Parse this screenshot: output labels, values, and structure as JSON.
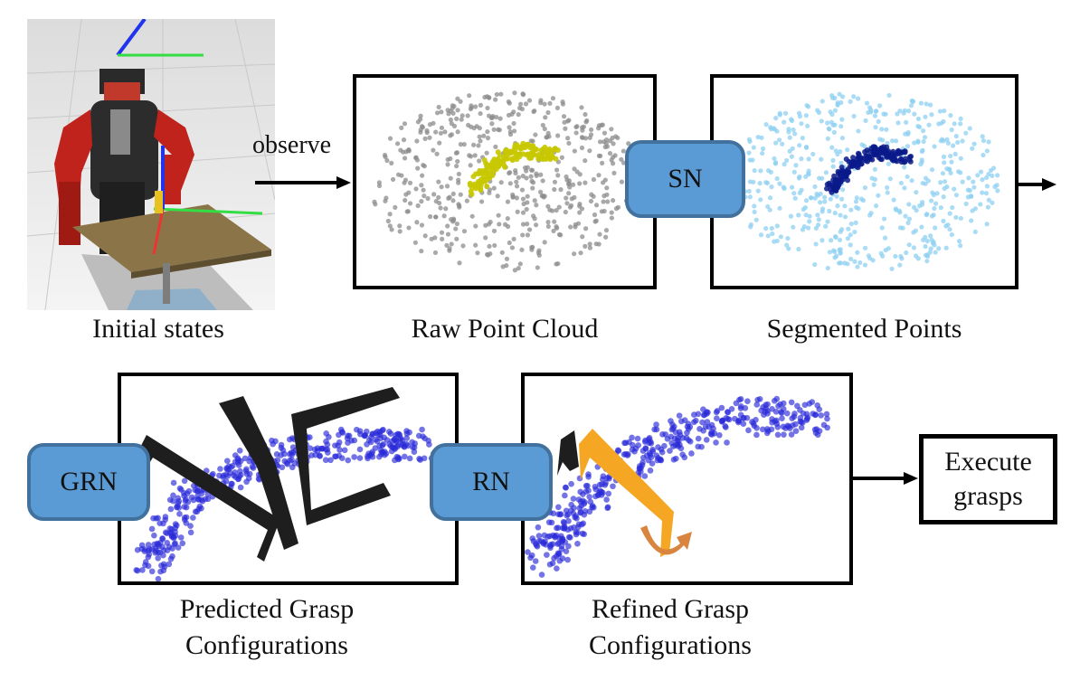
{
  "diagram": {
    "labels": {
      "observe": "observe",
      "initial_states": "Initial states",
      "raw_point_cloud": "Raw Point Cloud",
      "segmented_points": "Segmented Points",
      "predicted_line1": "Predicted Grasp",
      "predicted_line2": "Configurations",
      "refined_line1": "Refined Grasp",
      "refined_line2": "Configurations"
    },
    "nodes": {
      "sn": "SN",
      "grn": "GRN",
      "rn": "RN",
      "execute_line1": "Execute",
      "execute_line2": "grasps"
    },
    "colors": {
      "net_fill": "#5b9bd5",
      "net_border": "#41719c",
      "raw_points": "#8c8c8c",
      "object_yellow": "#c8c800",
      "segmented_light": "#8fd0f2",
      "segmented_dark": "#0a1a8a",
      "grasp_points": "#2a2ad8",
      "gripper_black": "#1e1e1e",
      "gripper_orange": "#f5a623",
      "rotate_arrow": "#d98540"
    }
  }
}
